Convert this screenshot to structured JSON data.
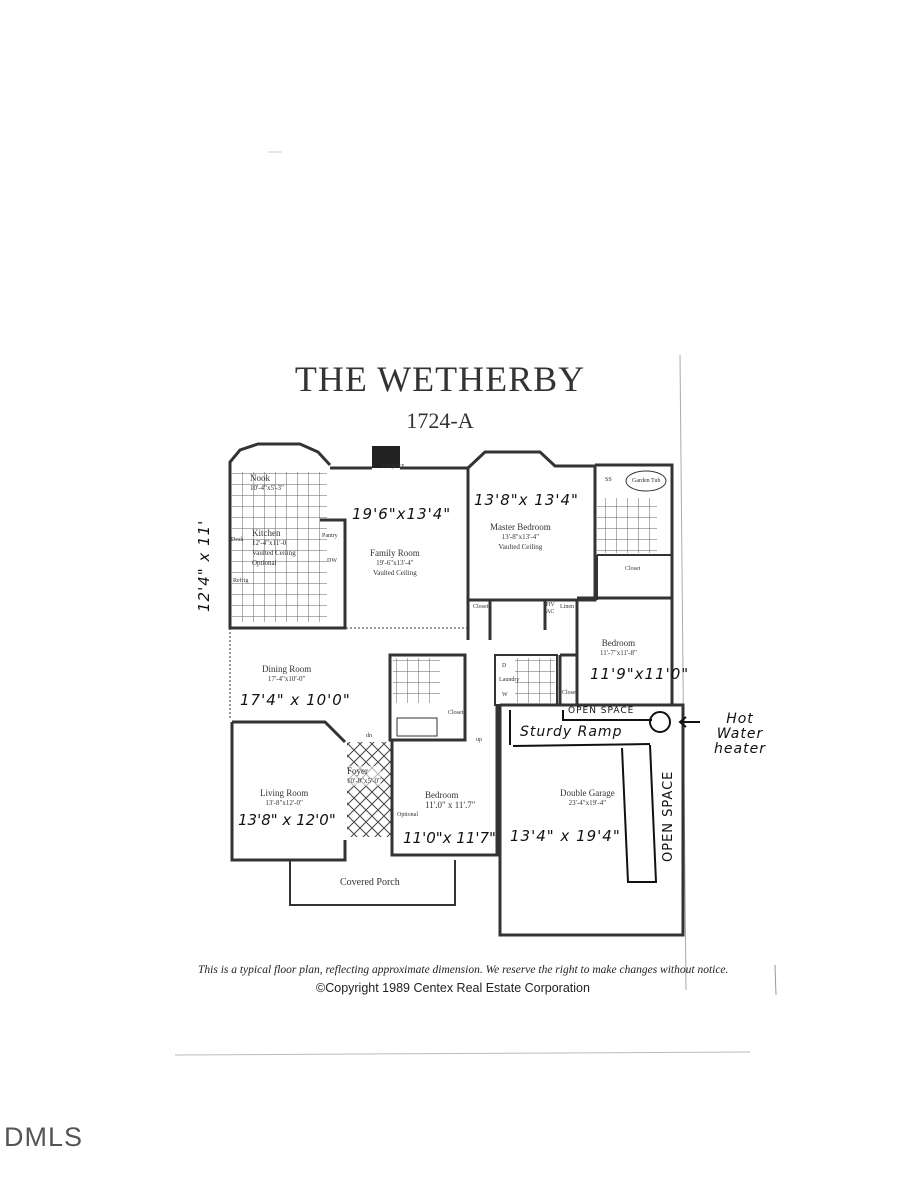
{
  "document": {
    "title": "THE WETHERBY",
    "model": "1724-A",
    "footer_disclaimer": "This is a typical floor plan, reflecting approximate dimension. We reserve the right to make changes without notice.",
    "footer_copyright": "©Copyright 1989 Centex Real Estate Corporation",
    "watermark_logo": "DMLS"
  },
  "rooms": {
    "nook": {
      "name": "Nook",
      "dims": "10'-4\"x5'-3\""
    },
    "kitchen": {
      "name": "Kitchen",
      "dims": "12'-4\"x11'-0",
      "note": "Vaulted Ceiling",
      "optional": "Optional"
    },
    "desk": "Desk",
    "refrig": "Refrig",
    "pantry": "Pantry",
    "dw": "DW",
    "fireplace": "Fireplace",
    "family_room": {
      "name": "Family Room",
      "dims": "19'-6\"x13'-4\"",
      "note": "Vaulted Ceiling"
    },
    "master_bedroom": {
      "name": "Master Bedroom",
      "dims": "13'-8\"x13'-4\"",
      "note": "Vaulted Ceiling"
    },
    "garden_tub": "Garden Tub",
    "ss": "SS",
    "master_closet": "Closet",
    "closet_hall": "Closet",
    "hvac": "HV AC",
    "linen": "Linen",
    "bedroom_right": {
      "name": "Bedroom",
      "dims": "11'-7\"x11'-8\""
    },
    "bedroom_right_closet": "Closet",
    "dryer": "D",
    "washer": "W",
    "laundry": "Laundry",
    "dining_room": {
      "name": "Dining Room",
      "dims": "17'-4\"x10'-0\""
    },
    "bath_closet": "Closet",
    "living_room": {
      "name": "Living Room",
      "dims": "13'-8\"x12'-0\""
    },
    "foyer": {
      "name": "Foyer",
      "dims": "10'-0\"x5'-0\""
    },
    "bedroom_front": {
      "name": "Bedroom",
      "dims": "11'.0\" x 11'.7\"",
      "optional": "Optional"
    },
    "double_garage": {
      "name": "Double Garage",
      "dims": "23'-4\"x19'-4\""
    },
    "covered_porch": "Covered Porch",
    "up": "up",
    "dn": "dn"
  },
  "handwritten": {
    "kitchen": "12'4\" x 11'",
    "family_room": "19'6\"x13'4\"",
    "master_bedroom": "13'8\"x 13'4\"",
    "bedroom_right": "11'9\"x11'0\"",
    "dining_room": "17'4\" x 10'0\"",
    "living_room": "13'8\" x 12'0\"",
    "bedroom_front": "11'0\"x 11'7\"",
    "garage": "13'4\" x 19'4\"",
    "open_space_top": "OPEN SPACE",
    "sturdy_ramp": "Sturdy Ramp",
    "open_space_side": "OPEN SPACE",
    "hot_water_heater": "Hot Water heater"
  }
}
